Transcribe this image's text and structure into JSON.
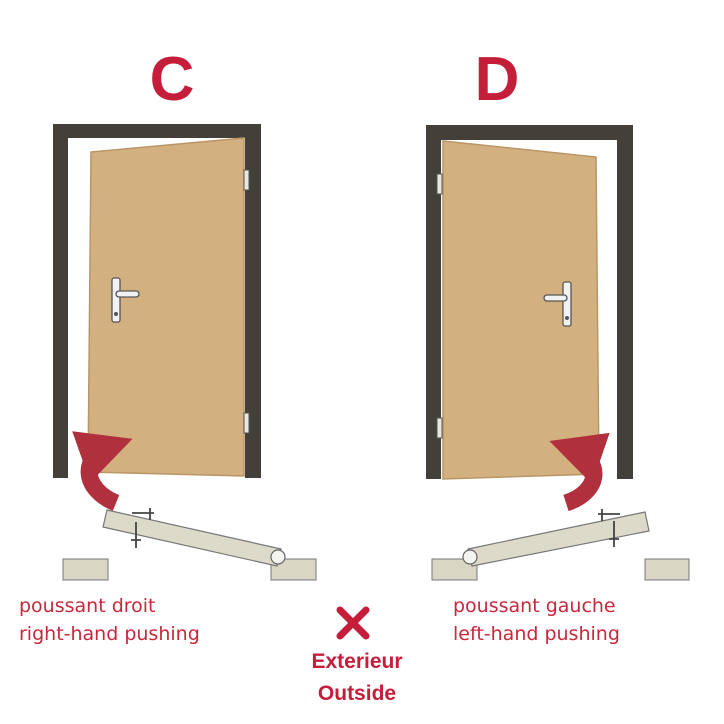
{
  "colors": {
    "frame": "#434039",
    "door": "#d2b07f",
    "door_edge": "#b99666",
    "accent_red": "#c41e3a",
    "arrow": "#b1303d",
    "floor_block": "#d9d6c4",
    "plan_door": "#dcdac9"
  },
  "panels": [
    {
      "letter": "C",
      "caption_fr": "poussant droit",
      "caption_en": "right-hand pushing",
      "hinge_side": "right"
    },
    {
      "letter": "D",
      "caption_fr": "poussant gauche",
      "caption_en": "left-hand pushing",
      "hinge_side": "left"
    }
  ],
  "center": {
    "icon": "x-mark-icon",
    "label_fr": "Exterieur",
    "label_en": "Outside"
  }
}
